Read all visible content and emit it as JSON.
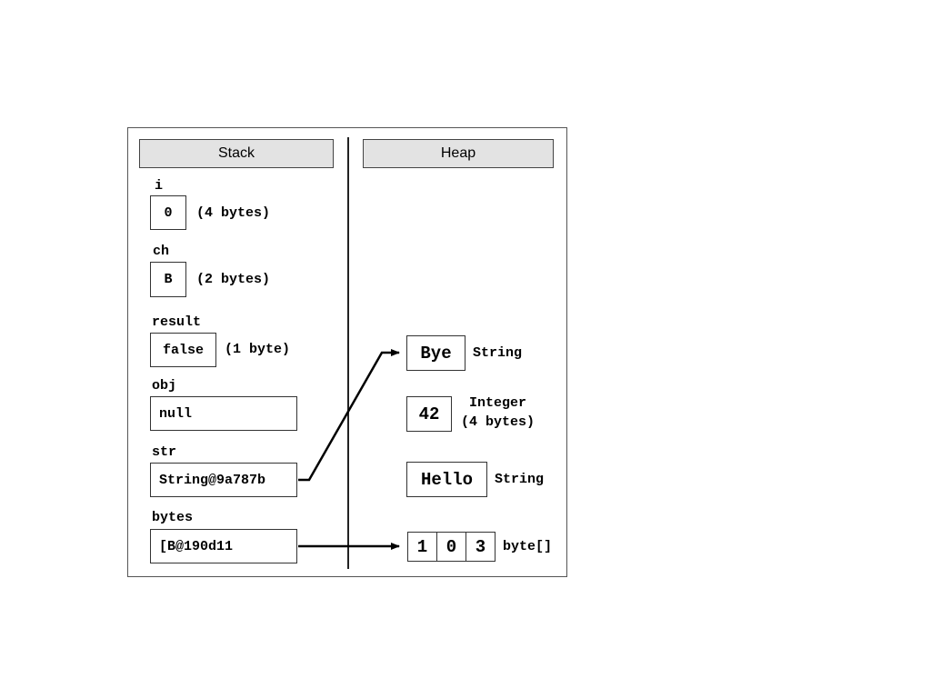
{
  "headers": {
    "stack": "Stack",
    "heap": "Heap"
  },
  "stack": {
    "i": {
      "name": "i",
      "value": "0",
      "note": "(4 bytes)"
    },
    "ch": {
      "name": "ch",
      "value": "B",
      "note": "(2 bytes)"
    },
    "result": {
      "name": "result",
      "value": "false",
      "note": "(1 byte)"
    },
    "obj": {
      "name": "obj",
      "value": "null"
    },
    "str": {
      "name": "str",
      "value": "String@9a787b"
    },
    "bytes": {
      "name": "bytes",
      "value": "[B@190d11"
    }
  },
  "heap": {
    "bye": {
      "value": "Bye",
      "type": "String"
    },
    "integer": {
      "value": "42",
      "type_line1": "Integer",
      "type_line2": "(4 bytes)"
    },
    "hello": {
      "value": "Hello",
      "type": "String"
    },
    "byte_array": {
      "cells": [
        "1",
        "0",
        "3"
      ],
      "type": "byte[]"
    }
  },
  "arrows": [
    {
      "from": "str",
      "to": "bye"
    },
    {
      "from": "bytes",
      "to": "byte_array"
    }
  ]
}
